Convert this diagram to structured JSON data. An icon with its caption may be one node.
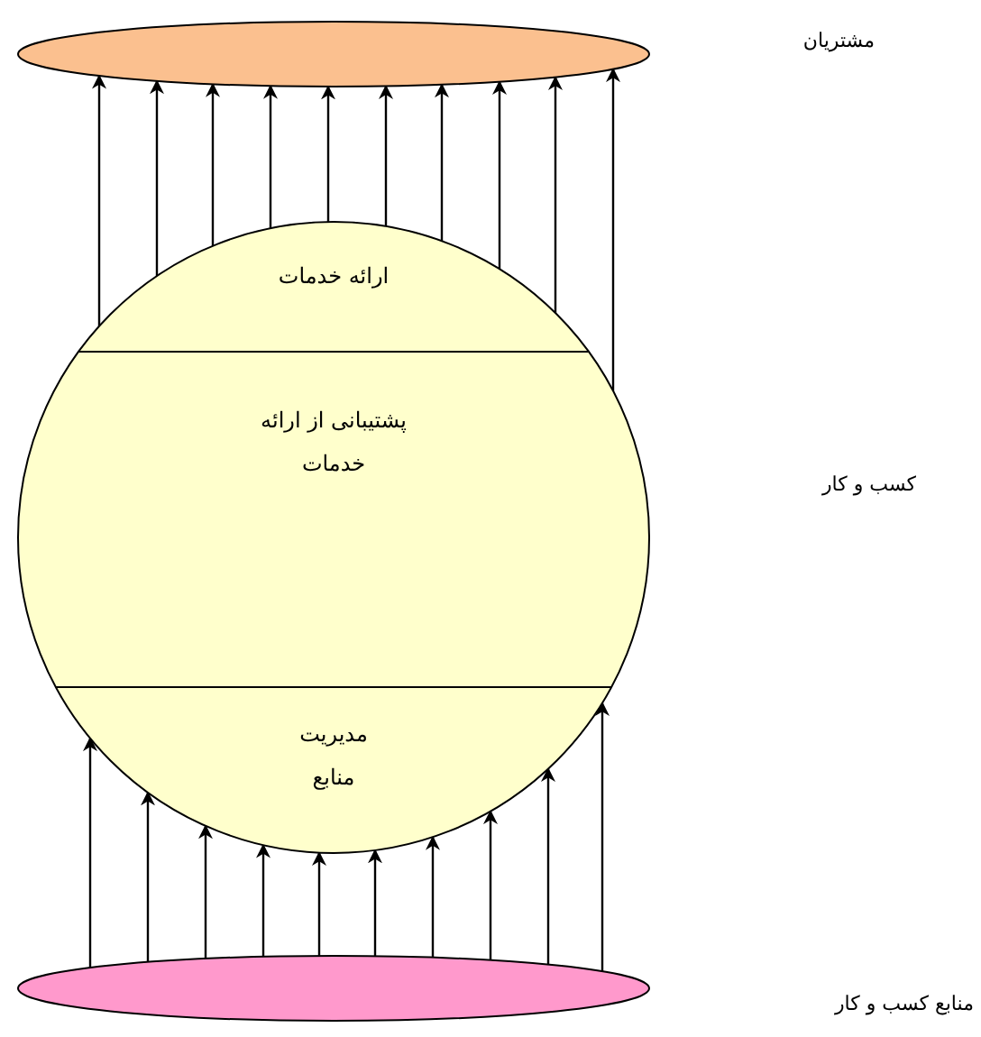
{
  "diagram": {
    "nodes": [
      {
        "text": [],
        "shape": "ellipse"
      },
      {
        "text": [],
        "shape": "circle"
      },
      {
        "text": [
          "ارائه خدمات"
        ],
        "in": 1
      },
      {
        "text": [
          "پشتیبانی از ارائه خدمات"
        ],
        "in": 1
      },
      {
        "text": [
          "مدیریت منابع"
        ],
        "in": 1
      },
      {
        "text": [],
        "shape": "ellipse"
      }
    ],
    "edges": [
      {
        "from": 1,
        "to": 0,
        "arrow": "to"
      },
      {
        "from": 1,
        "to": 0,
        "arrow": "to"
      },
      {
        "from": 1,
        "to": 0,
        "arrow": "to"
      },
      {
        "from": 1,
        "to": 0,
        "arrow": "to"
      },
      {
        "from": 1,
        "to": 0,
        "arrow": "to"
      },
      {
        "from": 1,
        "to": 0,
        "arrow": "to"
      },
      {
        "from": 1,
        "to": 0,
        "arrow": "to"
      },
      {
        "from": 1,
        "to": 0,
        "arrow": "to"
      },
      {
        "from": 1,
        "to": 0,
        "arrow": "to"
      },
      {
        "from": 1,
        "to": 0,
        "arrow": "to"
      },
      {
        "from": 5,
        "to": 1,
        "arrow": "to"
      },
      {
        "from": 5,
        "to": 1,
        "arrow": "to"
      },
      {
        "from": 5,
        "to": 1,
        "arrow": "to"
      },
      {
        "from": 5,
        "to": 1,
        "arrow": "to"
      },
      {
        "from": 5,
        "to": 1,
        "arrow": "to"
      },
      {
        "from": 5,
        "to": 1,
        "arrow": "to"
      },
      {
        "from": 5,
        "to": 1,
        "arrow": "to"
      },
      {
        "from": 5,
        "to": 1,
        "arrow": "to"
      },
      {
        "from": 5,
        "to": 1,
        "arrow": "to"
      },
      {
        "from": 5,
        "to": 1,
        "arrow": "to"
      }
    ],
    "labels": [
      "مشتریان",
      "کسب و کار",
      "منابع کسب و کار"
    ]
  }
}
